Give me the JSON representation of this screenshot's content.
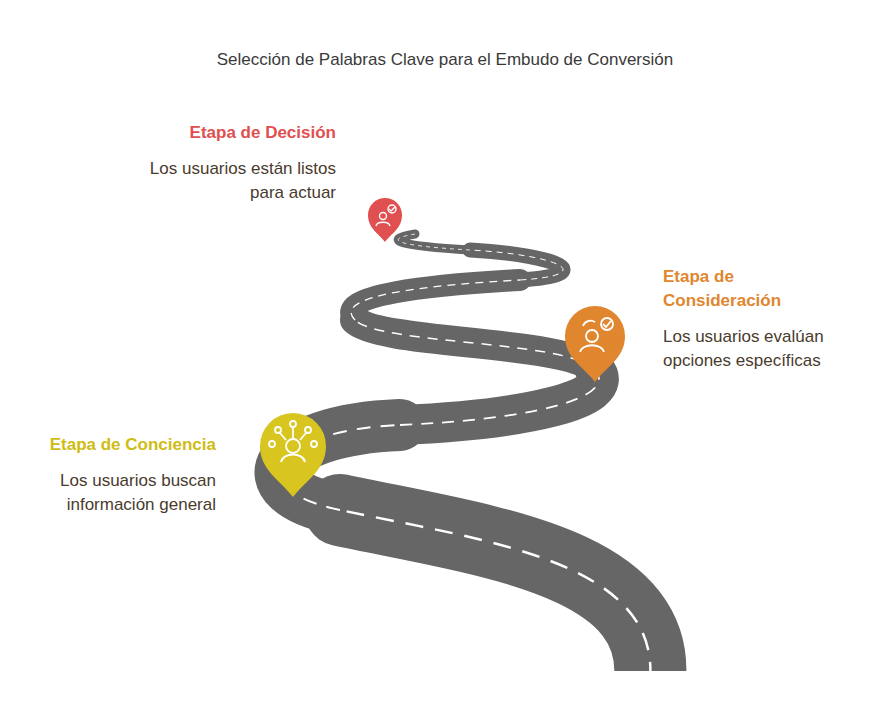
{
  "diagram": {
    "title": "Selección de Palabras Clave para el Embudo de Conversión",
    "nodes": [
      {
        "text": [
          "Etapa de Decisión",
          "Los usuarios están listos para actuar"
        ]
      },
      {
        "text": [
          "Etapa de Consideración",
          "Los usuarios evalúan opciones específicas"
        ]
      },
      {
        "text": [
          "Etapa de Conciencia",
          "Los usuarios buscan información general"
        ]
      }
    ]
  }
}
